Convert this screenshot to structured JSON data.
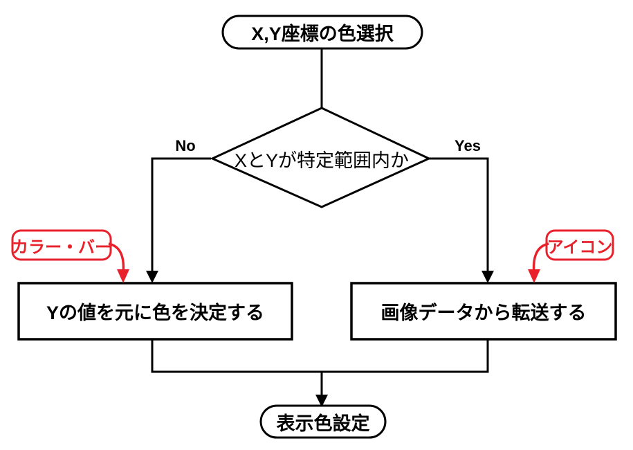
{
  "diagram": {
    "title_node": {
      "label": "X,Y座標の色選択"
    },
    "decision": {
      "label": "XとYが特定範囲内か"
    },
    "branches": {
      "no_label": "No",
      "yes_label": "Yes"
    },
    "process_left": {
      "label": "Yの値を元に色を決定する"
    },
    "process_right": {
      "label": "画像データから転送する"
    },
    "end_node": {
      "label": "表示色設定"
    },
    "annotations": [
      {
        "label": "カラー・バー",
        "target": "process-left"
      },
      {
        "label": "アイコン",
        "target": "process-right"
      }
    ],
    "colors": {
      "stroke": "#000000",
      "fill": "#FFFFFF",
      "annotation": "#E8212B"
    }
  }
}
